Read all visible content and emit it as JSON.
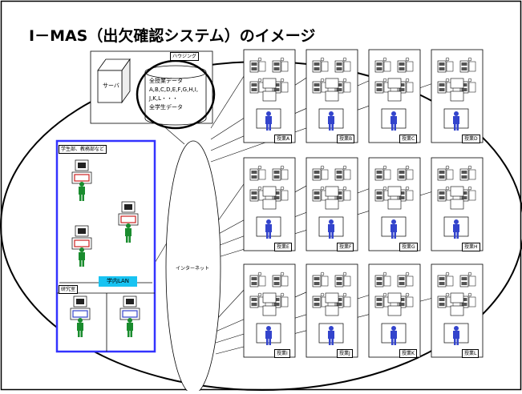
{
  "title": "I－MAS（出欠確認システム）のイメージ",
  "housing": {
    "label": "ハウジング",
    "server_label": "サーバ",
    "db_lines": [
      "全授業データ",
      "A,B,C,D,E,F,G,H,I,",
      "J,K,L・・・",
      "全学生データ"
    ]
  },
  "internet_label": "インターネット",
  "campus": {
    "office_label": "学生部、教務部など",
    "lab_label": "研究室",
    "lan_label": "学内LAN"
  },
  "classes": [
    "授業A",
    "授業B",
    "授業C",
    "授業D",
    "授業E",
    "授業F",
    "授業G",
    "授業H",
    "授業I",
    "授業J",
    "授業K",
    "授業L"
  ],
  "colors": {
    "lan": "#18c3f2",
    "campus_border": "#3333ff",
    "student": "#1a8c2e",
    "teacher": "#3344cc",
    "desk_red": "#cc2222"
  }
}
